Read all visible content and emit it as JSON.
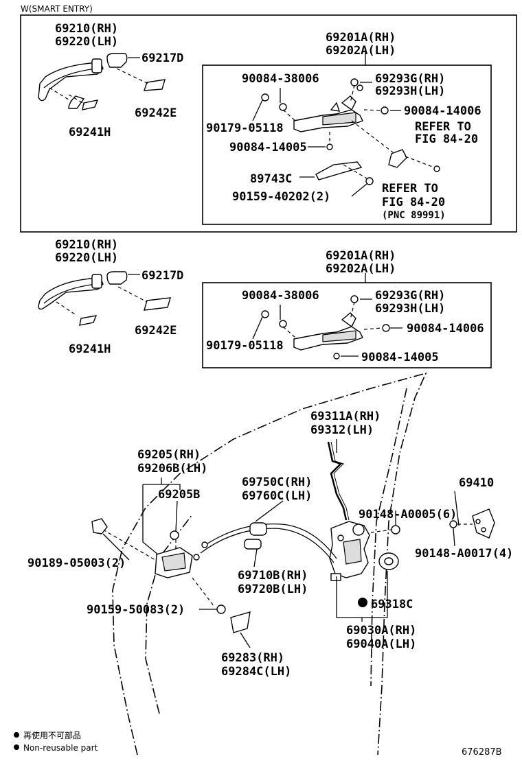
{
  "header": {
    "section_title": "W(SMART ENTRY)"
  },
  "labels": {
    "t1": "69210(RH)",
    "t2": "69220(LH)",
    "t3": "69217D",
    "t4": "69242E",
    "t5": "69241H",
    "t6": "69201A(RH)",
    "t7": "69202A(LH)",
    "t8": "90084-38006",
    "t9": "69293G(RH)",
    "t10": "69293H(LH)",
    "t11": "90084-14006",
    "t12": "90179-05118",
    "t13": "REFER TO",
    "t14": "FIG 84-20",
    "t15": "90084-14005",
    "t16": "89743C",
    "t17": "90159-40202(2)",
    "t18": "REFER TO",
    "t19": "FIG 84-20",
    "t20": "(PNC 89991)",
    "m1": "69210(RH)",
    "m2": "69220(LH)",
    "m3": "69217D",
    "m4": "69242E",
    "m5": "69241H",
    "m6": "69201A(RH)",
    "m7": "69202A(LH)",
    "m8": "90084-38006",
    "m9": "69293G(RH)",
    "m10": "69293H(LH)",
    "m11": "90084-14006",
    "m12": "90179-05118",
    "m13": "90084-14005",
    "b1": "69311A(RH)",
    "b2": "69312(LH)",
    "b3": "69205(RH)",
    "b4": "69206B(LH)",
    "b5": "69205B",
    "b6": "69750C(RH)",
    "b7": "69760C(LH)",
    "b8": "69410",
    "b9": "90148-A0005(6)",
    "b10": "90148-A0017(4)",
    "b11": "90189-05003(2)",
    "b12": "69710B(RH)",
    "b13": "69720B(LH)",
    "b14": "69318C",
    "b15": "90159-50083(2)",
    "b16": "69030A(RH)",
    "b17": "69040A(LH)",
    "b18": "69283(RH)",
    "b19": "69284C(LH)"
  },
  "legend": {
    "cn": "再使用不可部品",
    "en": "Non-reusable part"
  },
  "footer": {
    "code": "676287B"
  }
}
